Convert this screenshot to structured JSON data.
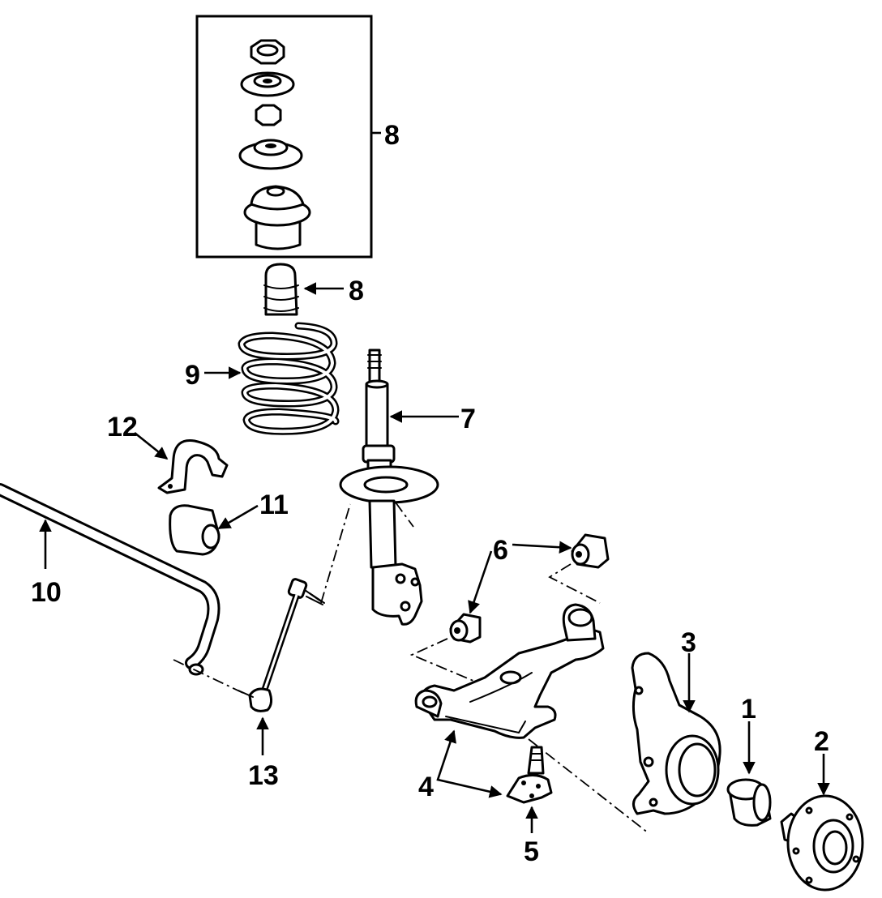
{
  "callouts": {
    "c1": "1",
    "c2": "2",
    "c3": "3",
    "c4": "4",
    "c5": "5",
    "c6": "6",
    "c7": "7",
    "c8_box": "8",
    "c8_bumper": "8",
    "c9": "9",
    "c10": "10",
    "c11": "11",
    "c12": "12",
    "c13": "13"
  },
  "colors": {
    "line": "#000000",
    "background": "#ffffff"
  }
}
